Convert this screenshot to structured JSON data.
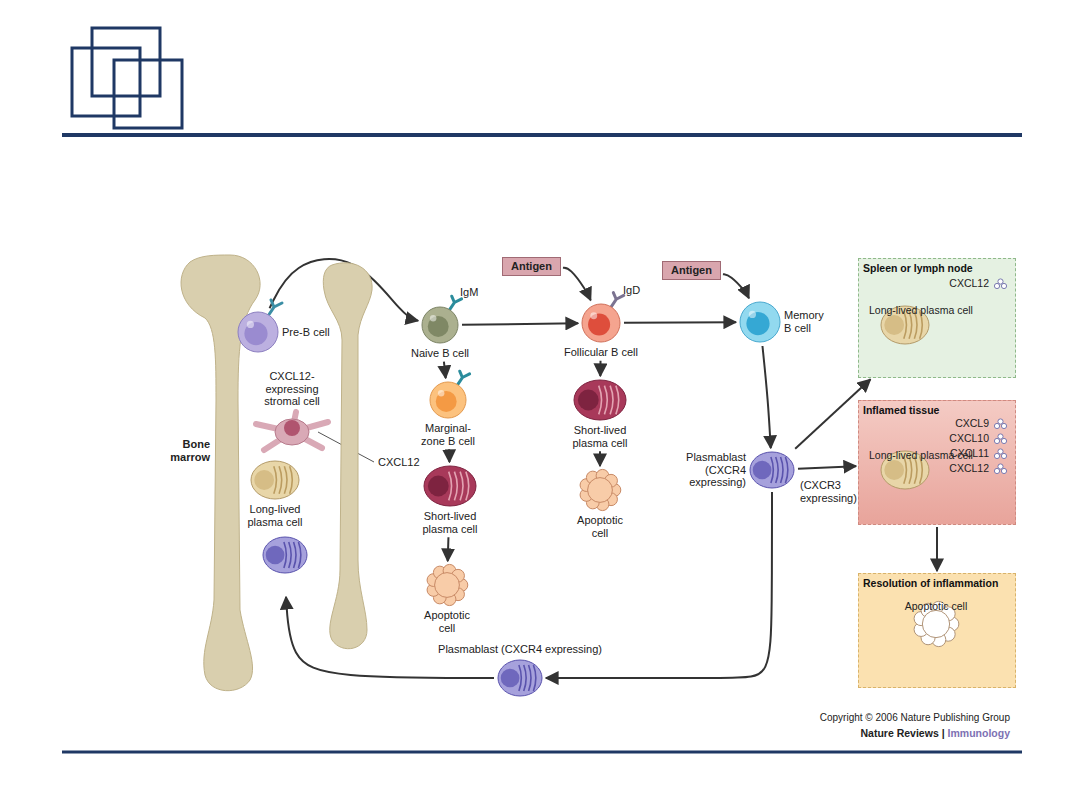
{
  "diagram": {
    "nodes": [
      {
        "text": [
          "Bone marrow"
        ]
      },
      {
        "text": [
          "Pre-B cell"
        ],
        "in": 0
      },
      {
        "text": [
          "CXCL12- expressing stromal cell"
        ],
        "in": 0
      },
      {
        "text": [
          "Long-lived plasma cell"
        ],
        "in": 0
      },
      {
        "text": [
          "Antigen"
        ]
      },
      {
        "text": [
          "Antigen"
        ]
      },
      {
        "text": [
          "Naive B cell"
        ]
      },
      {
        "text": [
          "Follicular B cell"
        ]
      },
      {
        "text": [
          "Memory B cell"
        ]
      },
      {
        "text": [
          "Marginal- zone B cell"
        ]
      },
      {
        "text": [
          "Short-lived plasma cell"
        ]
      },
      {
        "text": [
          "Short-lived plasma cell"
        ]
      },
      {
        "text": [
          "Apoptotic cell"
        ]
      },
      {
        "text": [
          "Apoptotic cell"
        ]
      },
      {
        "text": [
          "Plasmablast (CXCR4 expressing)"
        ]
      },
      {
        "text": [
          "Spleen or lymph node",
          "CXCL12"
        ]
      },
      {
        "text": [
          "Long-lived plasma cell"
        ],
        "in": 15
      },
      {
        "text": [
          "Inflamed tissue",
          "CXCL9",
          "CXCL10",
          "CXCL11",
          "CXCL12"
        ]
      },
      {
        "text": [
          "Long-lived plasma cell"
        ],
        "in": 17
      },
      {
        "text": [
          "Resolution of inflammation"
        ]
      },
      {
        "text": [
          "Apoptotic cell"
        ],
        "in": 19
      },
      {
        "text": [
          "Plasmablast (CXCR4 expressing)"
        ]
      }
    ],
    "edges": [
      {
        "from": 1,
        "to": 6,
        "arrow": "to"
      },
      {
        "from": 6,
        "to": 7,
        "arrow": "to"
      },
      {
        "from": 4,
        "to": 7,
        "arrow": "to"
      },
      {
        "from": 7,
        "to": 8,
        "arrow": "to"
      },
      {
        "from": 5,
        "to": 8,
        "arrow": "to"
      },
      {
        "from": 6,
        "to": 9,
        "arrow": "to"
      },
      {
        "from": 9,
        "to": 10,
        "arrow": "to"
      },
      {
        "from": 10,
        "to": 13,
        "arrow": "to"
      },
      {
        "from": 7,
        "to": 11,
        "arrow": "to"
      },
      {
        "from": 11,
        "to": 12,
        "arrow": "to"
      },
      {
        "from": 8,
        "to": 14,
        "arrow": "to"
      },
      {
        "from": 14,
        "to": 15,
        "arrow": "to"
      },
      {
        "from": 14,
        "to": 17,
        "arrow": "to"
      },
      {
        "from": 17,
        "to": 19,
        "arrow": "to"
      },
      {
        "from": 14,
        "to": 21,
        "arrow": "to"
      },
      {
        "from": 21,
        "to": 0,
        "arrow": "to"
      }
    ],
    "labels": [
      "IgM",
      "IgD",
      "CXCL12",
      "(CXCR3 expressing)",
      "Copyright © 2006 Nature Publishing Group",
      "Nature Reviews |",
      "Immunology"
    ]
  }
}
